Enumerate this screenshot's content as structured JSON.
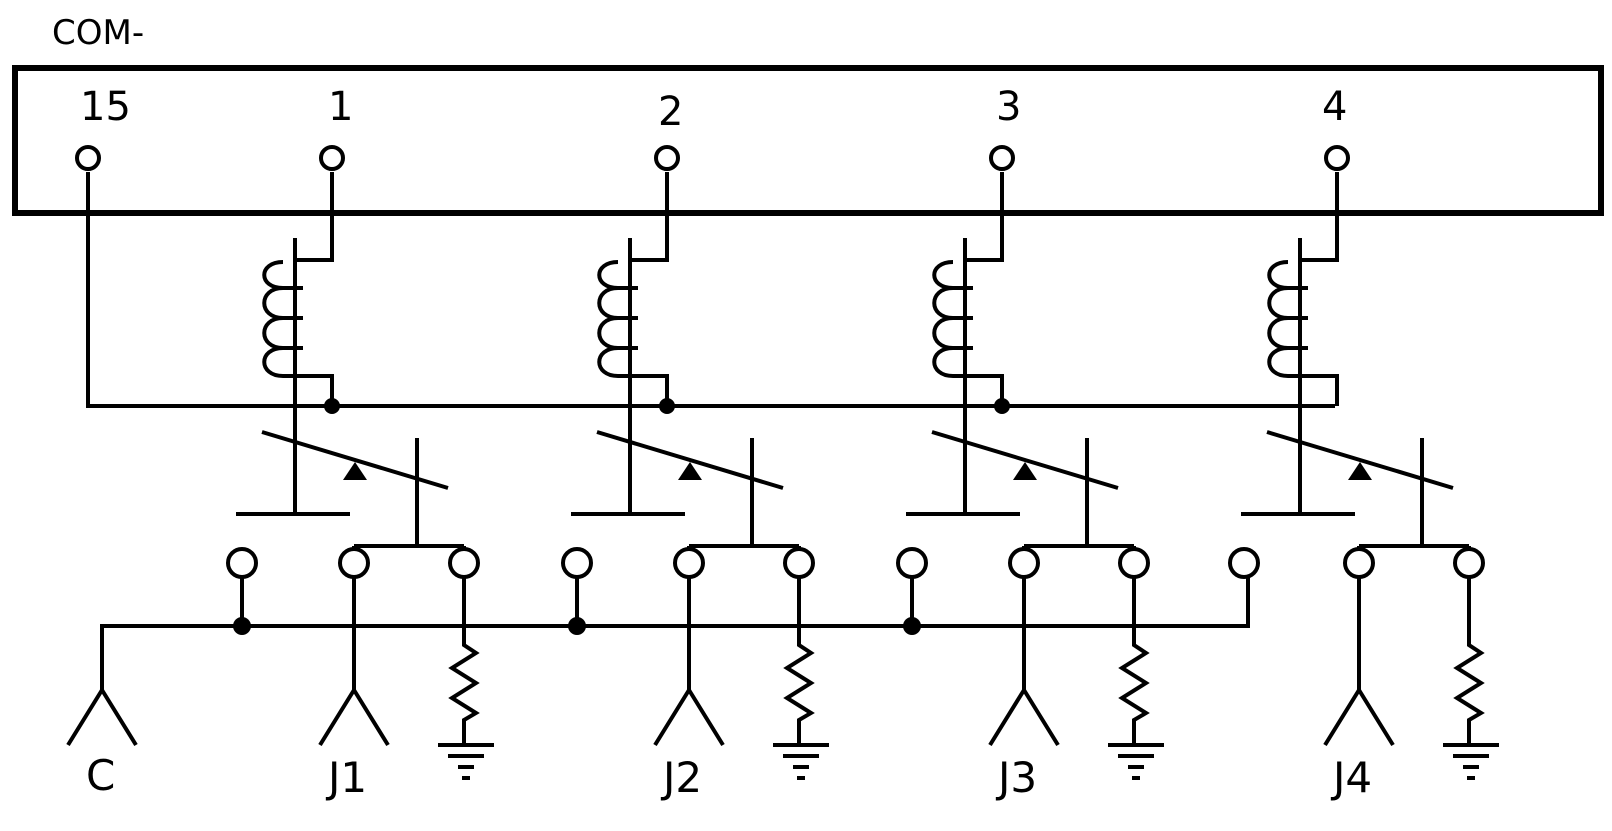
{
  "module": {
    "label": "COM-"
  },
  "pins": [
    "15",
    "1",
    "2",
    "3",
    "4"
  ],
  "channels": [
    {
      "connector": "J1"
    },
    {
      "connector": "J2"
    },
    {
      "connector": "J3"
    },
    {
      "connector": "J4"
    }
  ],
  "common_connector": "C",
  "colors": {
    "line": "#000000",
    "background": "#ffffff"
  }
}
